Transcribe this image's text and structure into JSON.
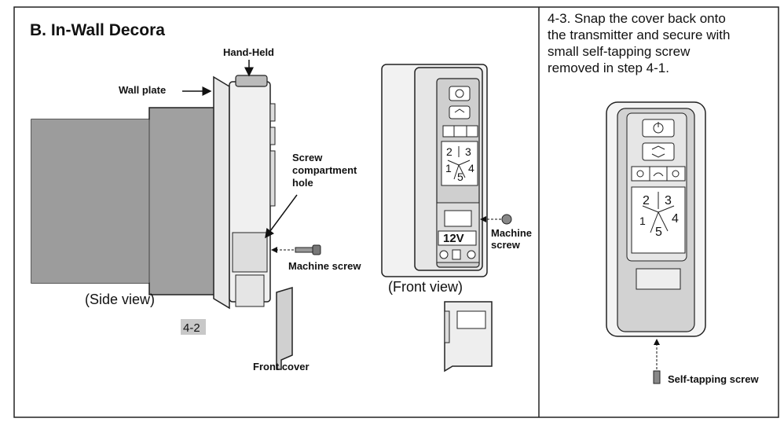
{
  "section_title": "B. In-Wall Decora",
  "labels": {
    "hand_held": "Hand-Held",
    "wall_plate": "Wall plate",
    "screw_compartment": [
      "Screw",
      "compartment",
      "hole"
    ],
    "machine_screw_side": "Machine screw",
    "side_view": "(Side view)",
    "step_badge": "4-2",
    "front_cover": "Front cover",
    "front_view": "(Front view)",
    "machine_screw_front": [
      "Machine",
      "screw"
    ],
    "voltage": "12V",
    "self_tapping_screw": "Self-tapping screw"
  },
  "step_43": {
    "lines": [
      "4-3. Snap the cover back onto",
      "the transmitter and secure with",
      "small self-tapping screw",
      "removed in step 4-1."
    ]
  },
  "dial_numbers": [
    "2",
    "3",
    "1",
    "4",
    "5"
  ],
  "colors": {
    "frame": "#222222",
    "device_gray": "#c8c8c8",
    "panel_gray": "#d9d9d9",
    "badge_bg": "#c8c8c8",
    "line": "#111111"
  }
}
